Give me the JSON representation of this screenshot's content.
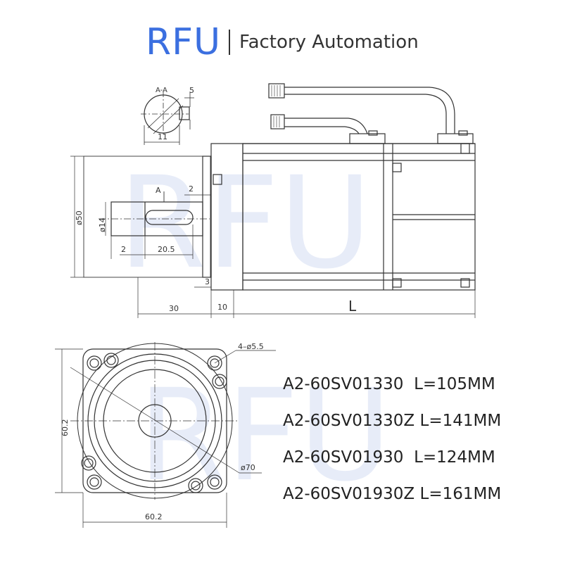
{
  "header": {
    "brand": "RFU",
    "tagline": "Factory Automation"
  },
  "watermark": {
    "text_top": "RFU",
    "text_bottom": "RFU"
  },
  "side_view": {
    "section_label": "A-A",
    "section_key_height": "5",
    "section_width": "11",
    "view_marker": "A",
    "flange_diameter": "ø50",
    "shaft_diameter": "ø14",
    "key_offset_top": "2",
    "key_offset_left": "2",
    "key_length": "20.5",
    "flange_step": "3",
    "shaft_length": "30",
    "flange_thickness": "10",
    "body_length": "L"
  },
  "front_view": {
    "mount_holes": "4–ø5.5",
    "bolt_circle": "ø70",
    "height": "60.2",
    "width": "60.2"
  },
  "models": [
    {
      "model": "A2-60SV01330",
      "length": "L=105MM"
    },
    {
      "model": "A2-60SV01330Z",
      "length": "L=141MM"
    },
    {
      "model": "A2-60SV01930",
      "length": "L=124MM"
    },
    {
      "model": "A2-60SV01930Z",
      "length": "L=161MM"
    }
  ],
  "colors": {
    "brand": "#3b6fe0",
    "line": "#333333",
    "watermark": "#e7ecf8"
  }
}
